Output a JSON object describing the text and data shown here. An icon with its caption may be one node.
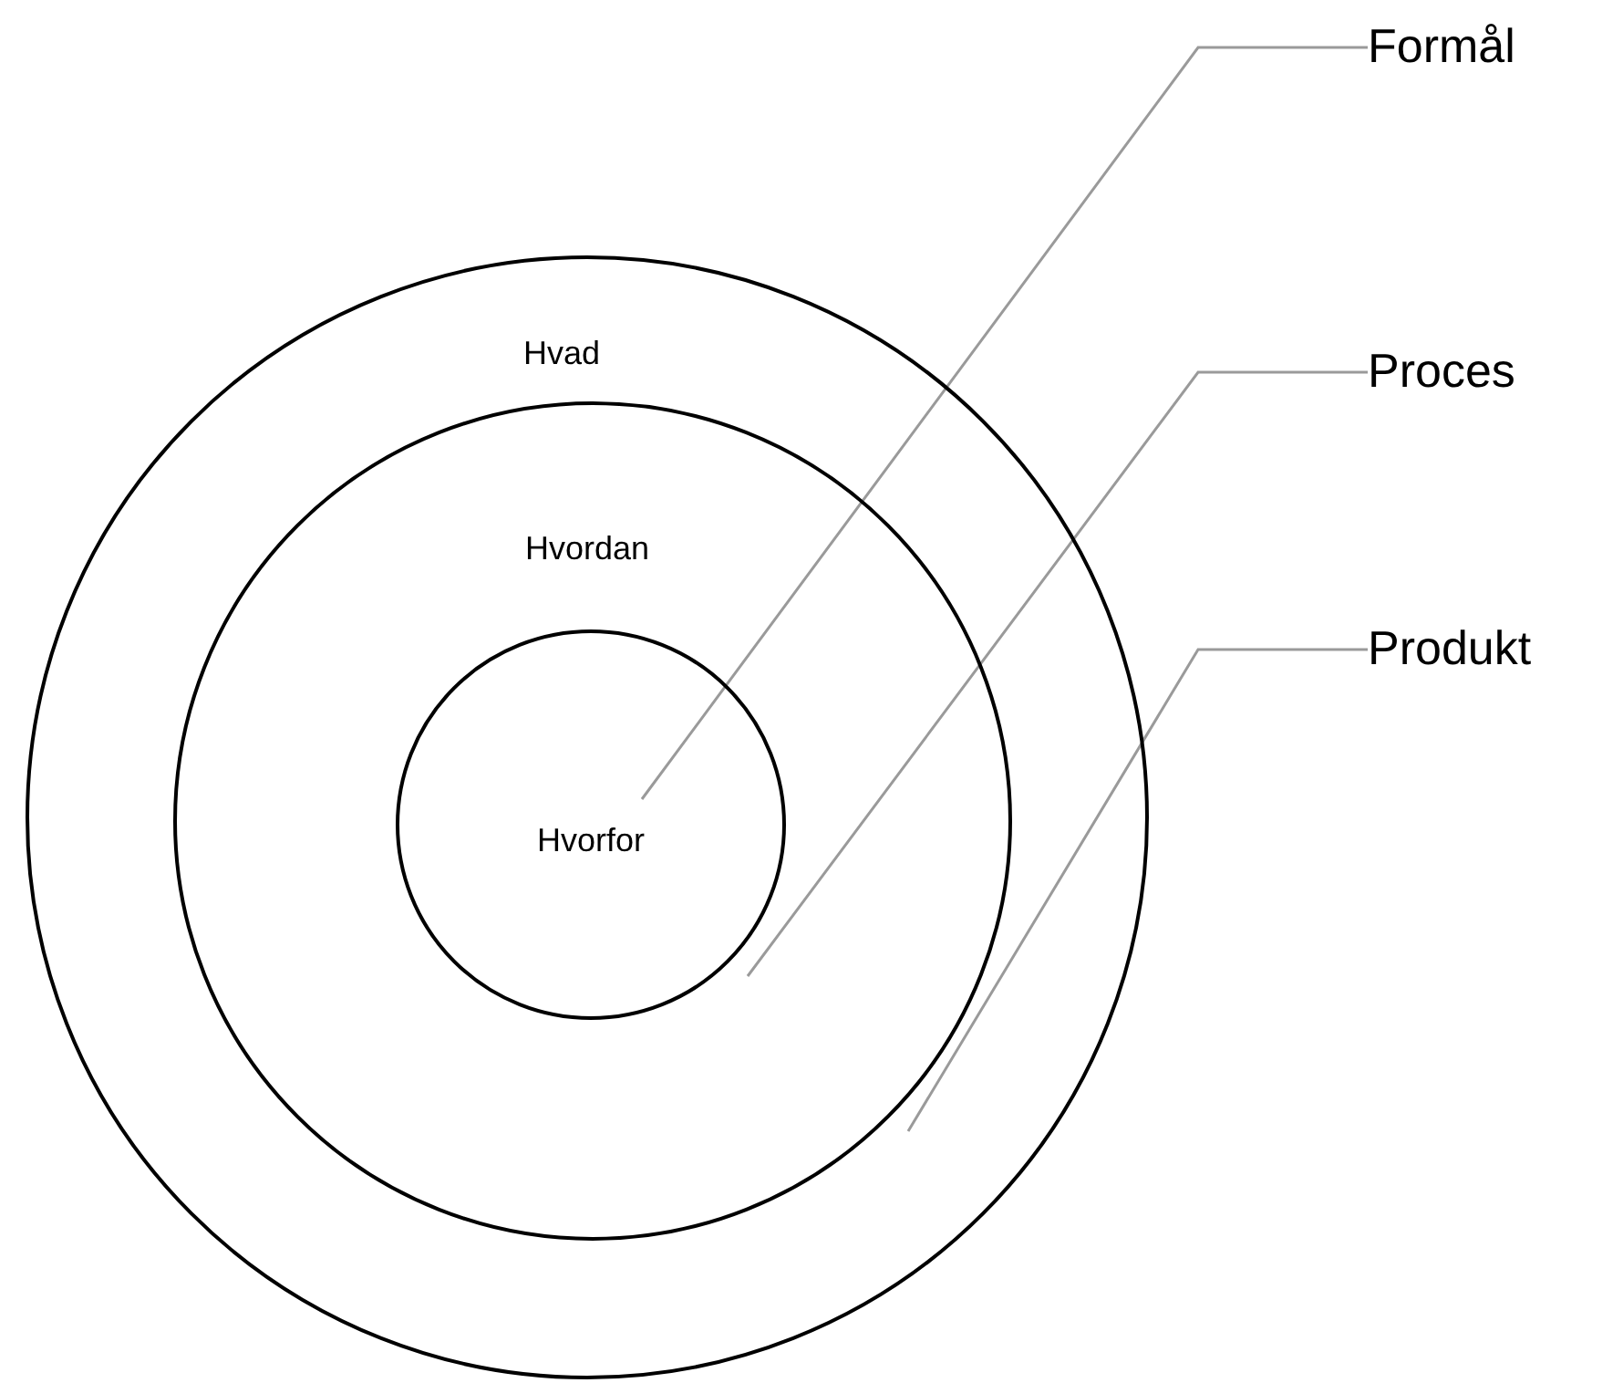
{
  "diagram": {
    "nodes": [
      {
        "text": [
          "Hvad"
        ]
      },
      {
        "text": [
          "Hvordan"
        ],
        "in": 0
      },
      {
        "text": [
          "Hvorfor"
        ],
        "in": 1
      },
      {
        "text": [
          "Formål"
        ]
      },
      {
        "text": [
          "Proces"
        ]
      },
      {
        "text": [
          "Produkt"
        ]
      }
    ],
    "edges": [
      {
        "from": 3,
        "to": 2,
        "arrow": "none"
      },
      {
        "from": 4,
        "to": 1,
        "arrow": "none"
      },
      {
        "from": 5,
        "to": 0,
        "arrow": "none"
      }
    ]
  }
}
